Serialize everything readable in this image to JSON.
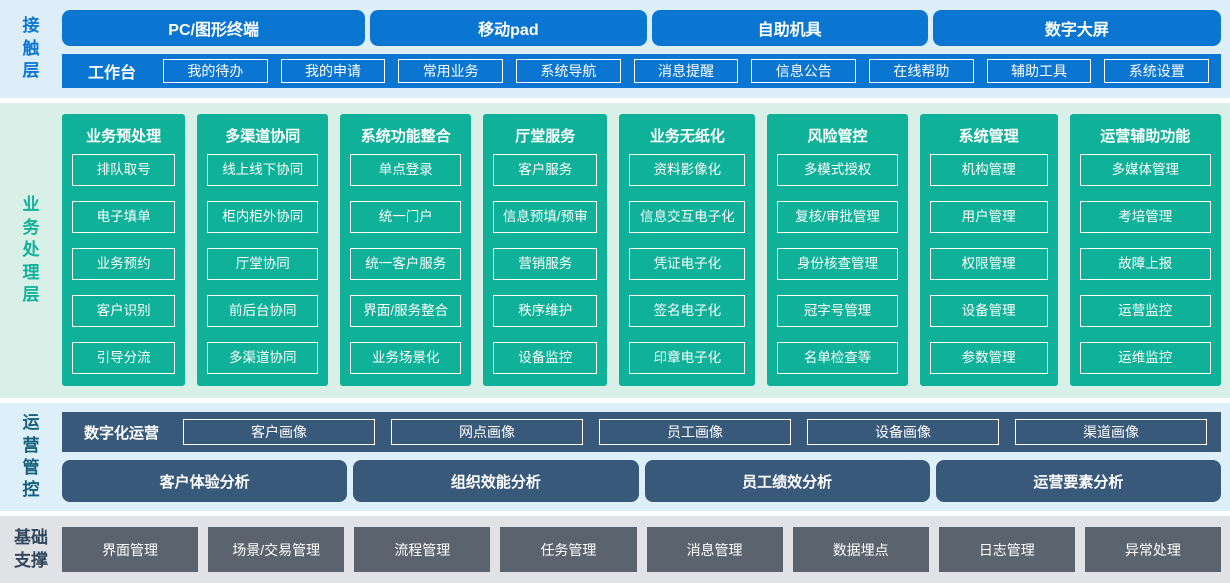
{
  "layers": {
    "contact": {
      "label": "接触层",
      "terminals": [
        "PC/图形终端",
        "移动pad",
        "自助机具",
        "数字大屏"
      ],
      "workbench": {
        "label": "工作台",
        "items": [
          "我的待办",
          "我的申请",
          "常用业务",
          "系统导航",
          "消息提醒",
          "信息公告",
          "在线帮助",
          "辅助工具",
          "系统设置"
        ]
      }
    },
    "business": {
      "label": "业务处理层",
      "columns": [
        {
          "header": "业务预处理",
          "items": [
            "排队取号",
            "电子填单",
            "业务预约",
            "客户识别",
            "引导分流"
          ]
        },
        {
          "header": "多渠道协同",
          "items": [
            "线上线下协同",
            "柜内柜外协同",
            "厅堂协同",
            "前后台协同",
            "多渠道协同"
          ]
        },
        {
          "header": "系统功能整合",
          "items": [
            "单点登录",
            "统一门户",
            "统一客户服务",
            "界面/服务整合",
            "业务场景化"
          ]
        },
        {
          "header": "厅堂服务",
          "items": [
            "客户服务",
            "信息预填/预审",
            "营销服务",
            "秩序维护",
            "设备监控"
          ]
        },
        {
          "header": "业务无纸化",
          "items": [
            "资料影像化",
            "信息交互电子化",
            "凭证电子化",
            "签名电子化",
            "印章电子化"
          ]
        },
        {
          "header": "风险管控",
          "items": [
            "多模式授权",
            "复核/审批管理",
            "身份核查管理",
            "冠字号管理",
            "名单检查等"
          ]
        },
        {
          "header": "系统管理",
          "items": [
            "机构管理",
            "用户管理",
            "权限管理",
            "设备管理",
            "参数管理"
          ]
        },
        {
          "header": "运营辅助功能",
          "items": [
            "多媒体管理",
            "考培管理",
            "故障上报",
            "运营监控",
            "运维监控"
          ]
        }
      ]
    },
    "operations": {
      "label": "运营管控",
      "digital_ops": {
        "label": "数字化运营",
        "items": [
          "客户画像",
          "网点画像",
          "员工画像",
          "设备画像",
          "渠道画像"
        ]
      },
      "analysis": [
        "客户体验分析",
        "组织效能分析",
        "员工绩效分析",
        "运营要素分析"
      ]
    },
    "foundation": {
      "label": "基础支撑",
      "items": [
        "界面管理",
        "场景/交易管理",
        "流程管理",
        "任务管理",
        "消息管理",
        "数据埋点",
        "日志管理",
        "异常处理"
      ]
    }
  },
  "colors": {
    "blue": "#0b76d1",
    "teal": "#10b199",
    "slate_blue": "#38597a",
    "gray": "#5a636e",
    "band_blue": "#ddeef9",
    "band_green": "#d9f0e9",
    "band_lightblue": "#ddf0fa",
    "band_gray": "#e0e2e5"
  }
}
